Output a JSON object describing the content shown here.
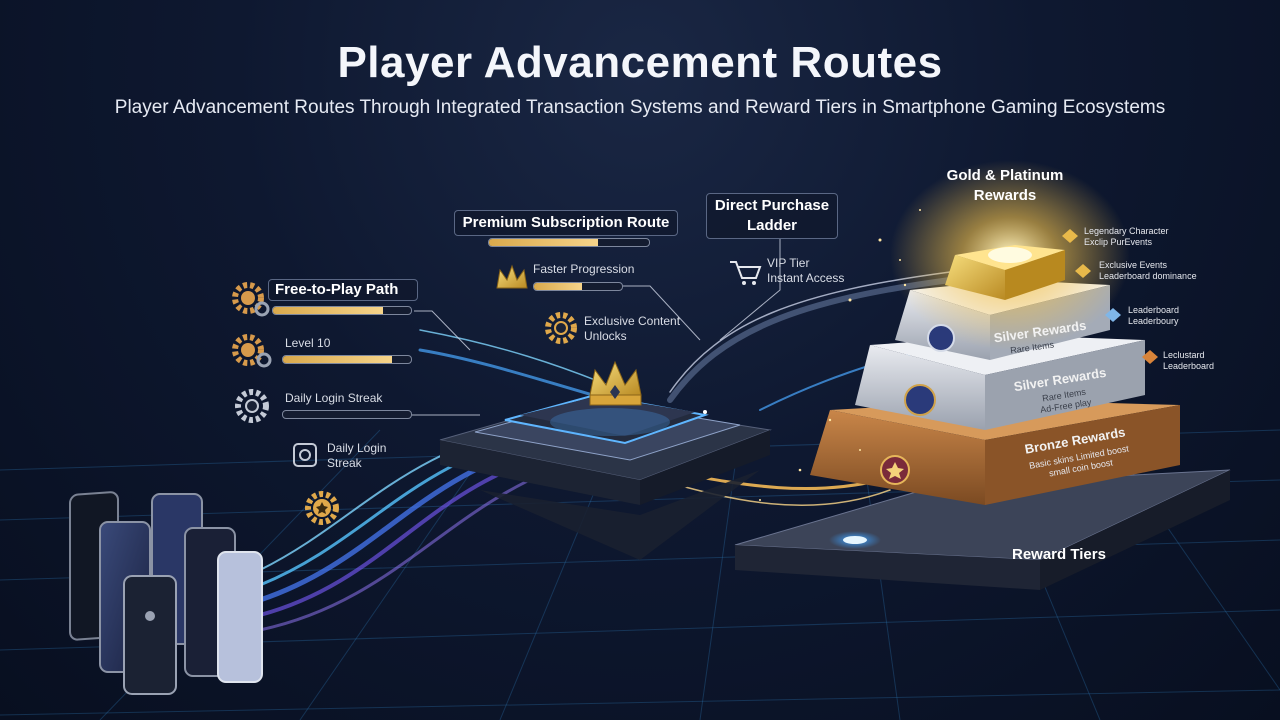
{
  "header": {
    "title": "Player Advancement Routes",
    "subtitle": "Player Advancement Routes Through Integrated Transaction Systems and Reward Tiers in Smartphone Gaming Ecosystems"
  },
  "free_path": {
    "label": "Free-to-Play Path",
    "progress": 0.8,
    "steps": [
      {
        "label": "Level 10",
        "progress": 0.85
      },
      {
        "label": "Daily Login Streak",
        "progress": 0.0
      },
      {
        "label": "Daily Login\nStreak"
      }
    ]
  },
  "premium_route": {
    "label": "Premium Subscription Route",
    "progress": 0.68,
    "faster_label": "Faster Progression",
    "faster_progress": 0.55,
    "exclusive_label": "Exclusive Content\nUnlocks"
  },
  "direct_purchase": {
    "label": "Direct Purchase\nLadder",
    "vip_label": "VIP Tier\nInstant Access"
  },
  "pyramid": {
    "top_label": "Gold & Platinum\nRewards",
    "tiers": [
      {
        "name": "Silver Rewards",
        "desc": "Rare Items"
      },
      {
        "name": "Silver Rewards",
        "desc": "Rare Items\nAd-Free play"
      },
      {
        "name": "Bronze Rewards",
        "desc": "Basic skins Limited boost\nsmall coin boost"
      }
    ],
    "side_notes": [
      "Legendary Character\nExclip PurEvents",
      "Exclusive Events\nLeaderboard dominance",
      "Leaderboard\nLeaderboury",
      "Leclustard\nLeaderboard"
    ],
    "base_label": "Reward Tiers"
  },
  "colors": {
    "gold": "#e8b94a",
    "blue": "#4aa8ff",
    "bronze": "#b9743a",
    "silver": "#c9ccd3"
  }
}
